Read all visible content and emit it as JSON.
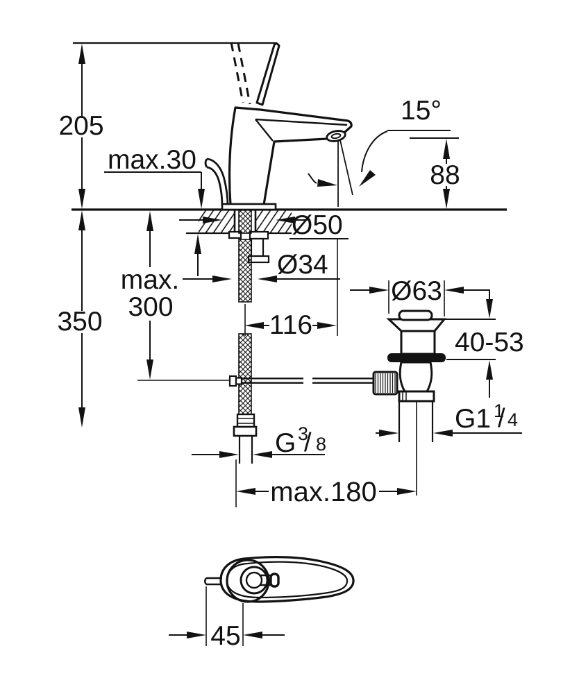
{
  "drawing": {
    "kind": "single-lever basin mixer installation dimension drawing",
    "background": "#ffffff",
    "line_color": "#121212",
    "labels": {
      "overall_height": "205",
      "deck_thickness": "max.30",
      "spout_angle": "15°",
      "outlet_height": "88",
      "escutcheon_diameter": "Ø50",
      "shank_diameter": "Ø34",
      "hose_drop": "350",
      "rod_max_word": "max.",
      "rod_max_value": "300",
      "spout_projection": "116",
      "waste_flange_diameter": "Ø63",
      "deck_mount_range": "40-53",
      "waste_thread_main": "G1",
      "waste_thread_sup": "1",
      "waste_thread_slash": "/",
      "waste_thread_sub": "4",
      "supply_thread_main": "G",
      "supply_thread_sup": "3",
      "supply_thread_slash": "/",
      "supply_thread_sub": "8",
      "hole_distance": "max.180",
      "handle_pin_offset": "45"
    }
  }
}
